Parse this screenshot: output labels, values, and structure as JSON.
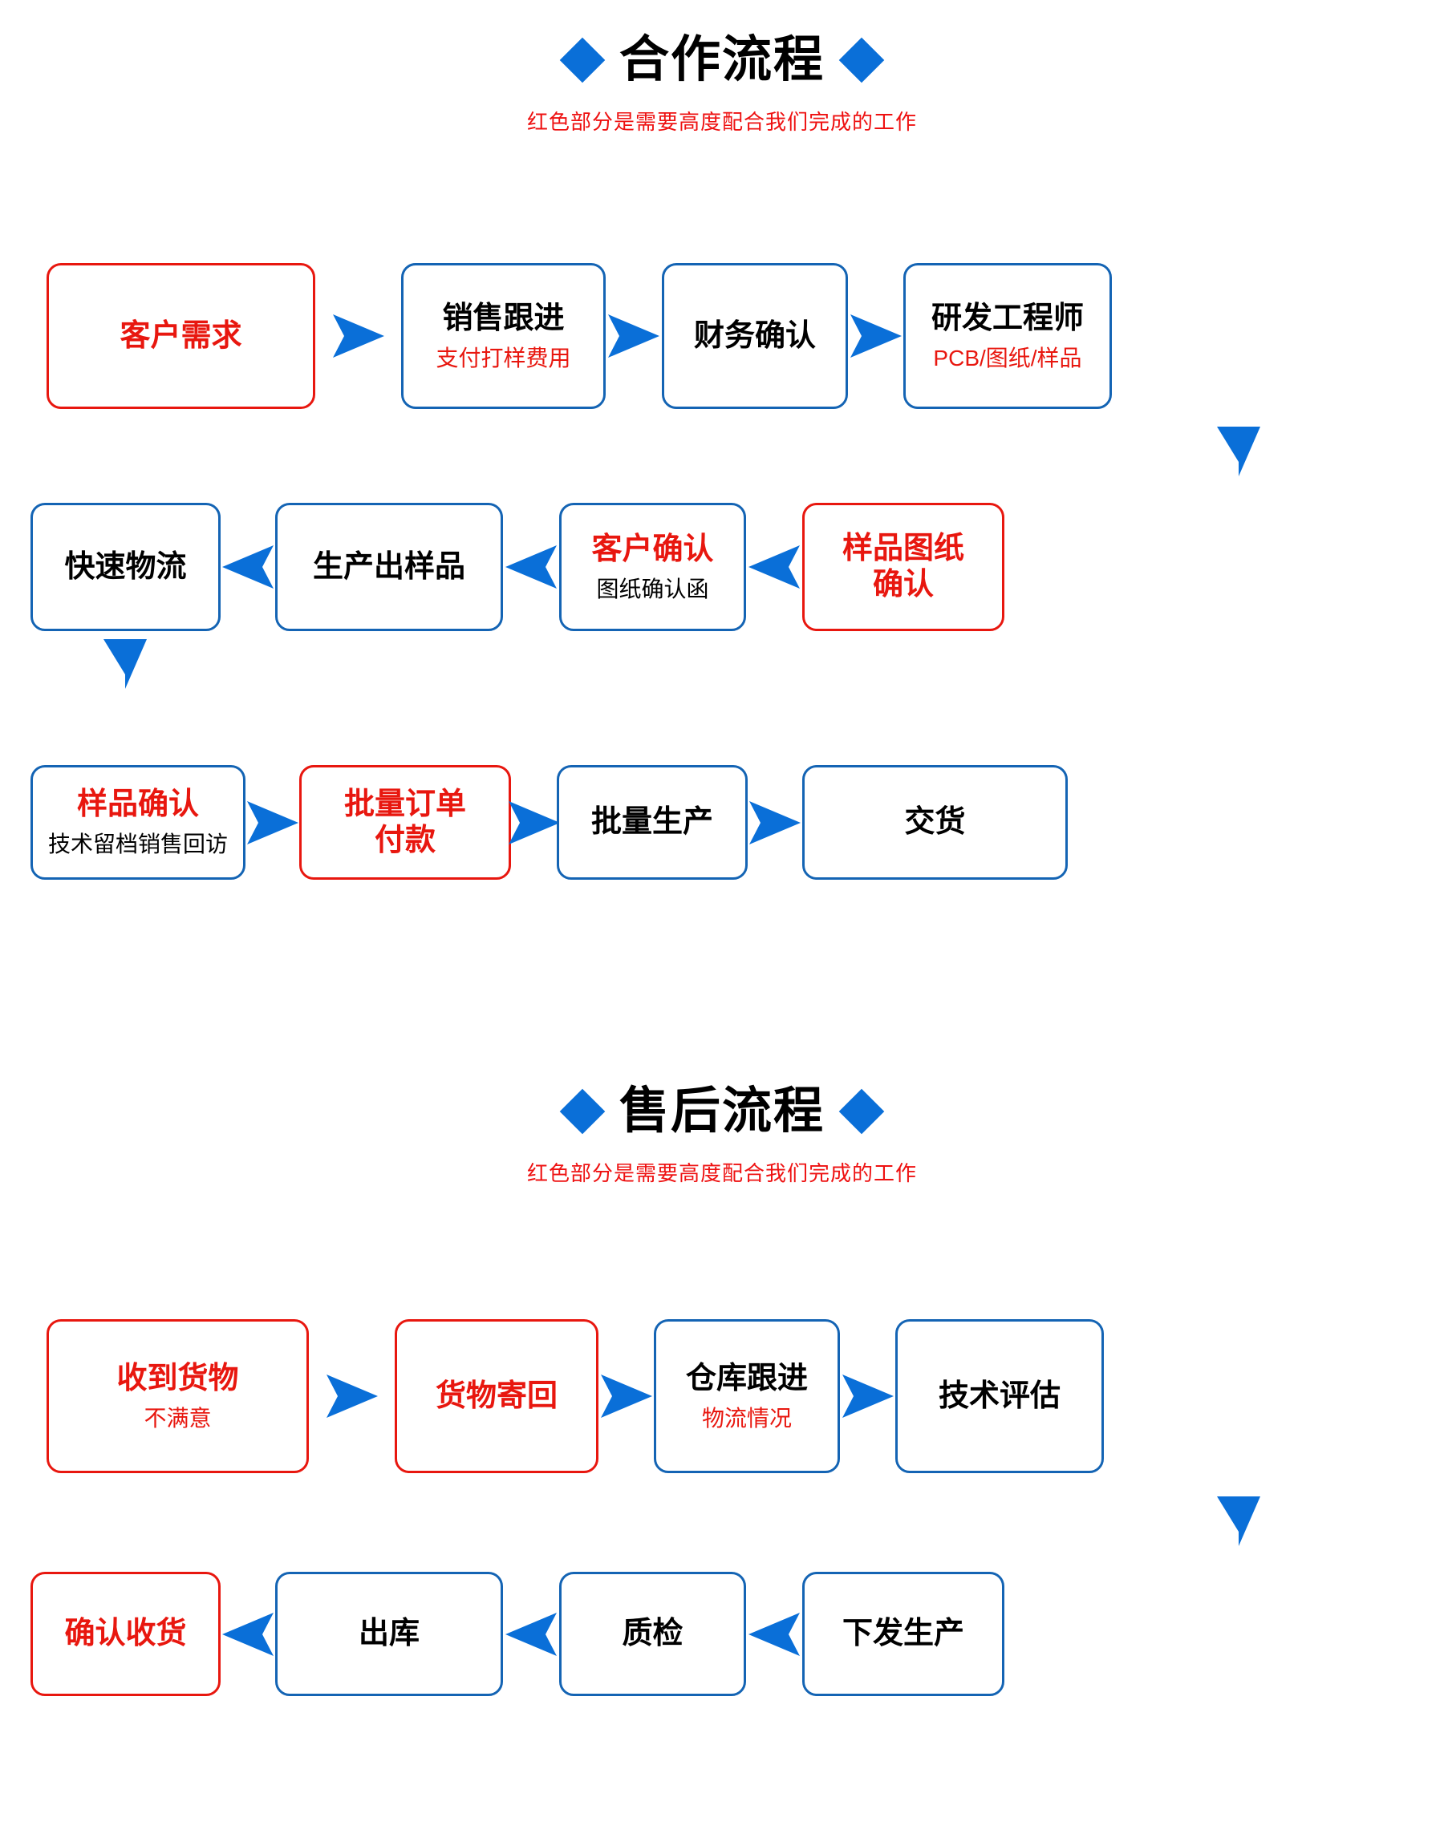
{
  "sections": [
    {
      "id": "cooperation",
      "title": "合作流程",
      "subtitle": "红色部分是需要高度配合我们完成的工作",
      "marker": "diamond",
      "rows": [
        {
          "direction": "right",
          "nodes": [
            {
              "main": "客户需求",
              "sub": "",
              "border": "red",
              "main_color": "red",
              "sub_color": "black"
            },
            {
              "main": "销售跟进",
              "sub": "支付打样费用",
              "border": "blue",
              "main_color": "black",
              "sub_color": "red"
            },
            {
              "main": "财务确认",
              "sub": "",
              "border": "blue",
              "main_color": "black",
              "sub_color": "black"
            },
            {
              "main": "研发工程师",
              "sub": "PCB/图纸/样品",
              "border": "blue",
              "main_color": "black",
              "sub_color": "red"
            }
          ]
        },
        {
          "direction": "left",
          "nodes": [
            {
              "main": "快速物流",
              "sub": "",
              "border": "blue",
              "main_color": "black",
              "sub_color": "black"
            },
            {
              "main": "生产出样品",
              "sub": "",
              "border": "blue",
              "main_color": "black",
              "sub_color": "black"
            },
            {
              "main": "客户确认",
              "sub": "图纸确认函",
              "border": "blue",
              "main_color": "red",
              "sub_color": "black"
            },
            {
              "main": "样品图纸\n确认",
              "sub": "",
              "border": "red",
              "main_color": "red",
              "sub_color": "black"
            }
          ]
        },
        {
          "direction": "right",
          "nodes": [
            {
              "main": "样品确认",
              "sub": "技术留档销售回访",
              "border": "blue",
              "main_color": "red",
              "sub_color": "black"
            },
            {
              "main": "批量订单\n付款",
              "sub": "",
              "border": "red",
              "main_color": "red",
              "sub_color": "black"
            },
            {
              "main": "批量生产",
              "sub": "",
              "border": "blue",
              "main_color": "black",
              "sub_color": "black"
            },
            {
              "main": "交货",
              "sub": "",
              "border": "blue",
              "main_color": "black",
              "sub_color": "black"
            }
          ]
        }
      ],
      "connectors": [
        {
          "name": "connector-row1-to-row2",
          "from": "研发工程师",
          "to": "样品图纸确认"
        },
        {
          "name": "connector-row2-to-row3",
          "from": "快速物流",
          "to": "样品确认"
        }
      ]
    },
    {
      "id": "aftersales",
      "title": "售后流程",
      "subtitle": "红色部分是需要高度配合我们完成的工作",
      "marker": "diamond",
      "rows": [
        {
          "direction": "right",
          "nodes": [
            {
              "main": "收到货物",
              "sub": "不满意",
              "border": "red",
              "main_color": "red",
              "sub_color": "red"
            },
            {
              "main": "货物寄回",
              "sub": "",
              "border": "red",
              "main_color": "red",
              "sub_color": "black"
            },
            {
              "main": "仓库跟进",
              "sub": "物流情况",
              "border": "blue",
              "main_color": "black",
              "sub_color": "red"
            },
            {
              "main": "技术评估",
              "sub": "",
              "border": "blue",
              "main_color": "black",
              "sub_color": "black"
            }
          ]
        },
        {
          "direction": "left",
          "nodes": [
            {
              "main": "确认收货",
              "sub": "",
              "border": "red",
              "main_color": "red",
              "sub_color": "black"
            },
            {
              "main": "出库",
              "sub": "",
              "border": "blue",
              "main_color": "black",
              "sub_color": "black"
            },
            {
              "main": "质检",
              "sub": "",
              "border": "blue",
              "main_color": "black",
              "sub_color": "black"
            },
            {
              "main": "下发生产",
              "sub": "",
              "border": "blue",
              "main_color": "black",
              "sub_color": "black"
            }
          ]
        }
      ],
      "connectors": [
        {
          "name": "connector-row1-to-row2",
          "from": "技术评估",
          "to": "下发生产"
        }
      ]
    }
  ],
  "colors": {
    "accent_blue": "#0a6fd8",
    "box_blue": "#1464b4",
    "alert_red": "#e8170f",
    "subtitle_red": "#ee1111",
    "text_black": "#000000",
    "background": "#ffffff"
  }
}
